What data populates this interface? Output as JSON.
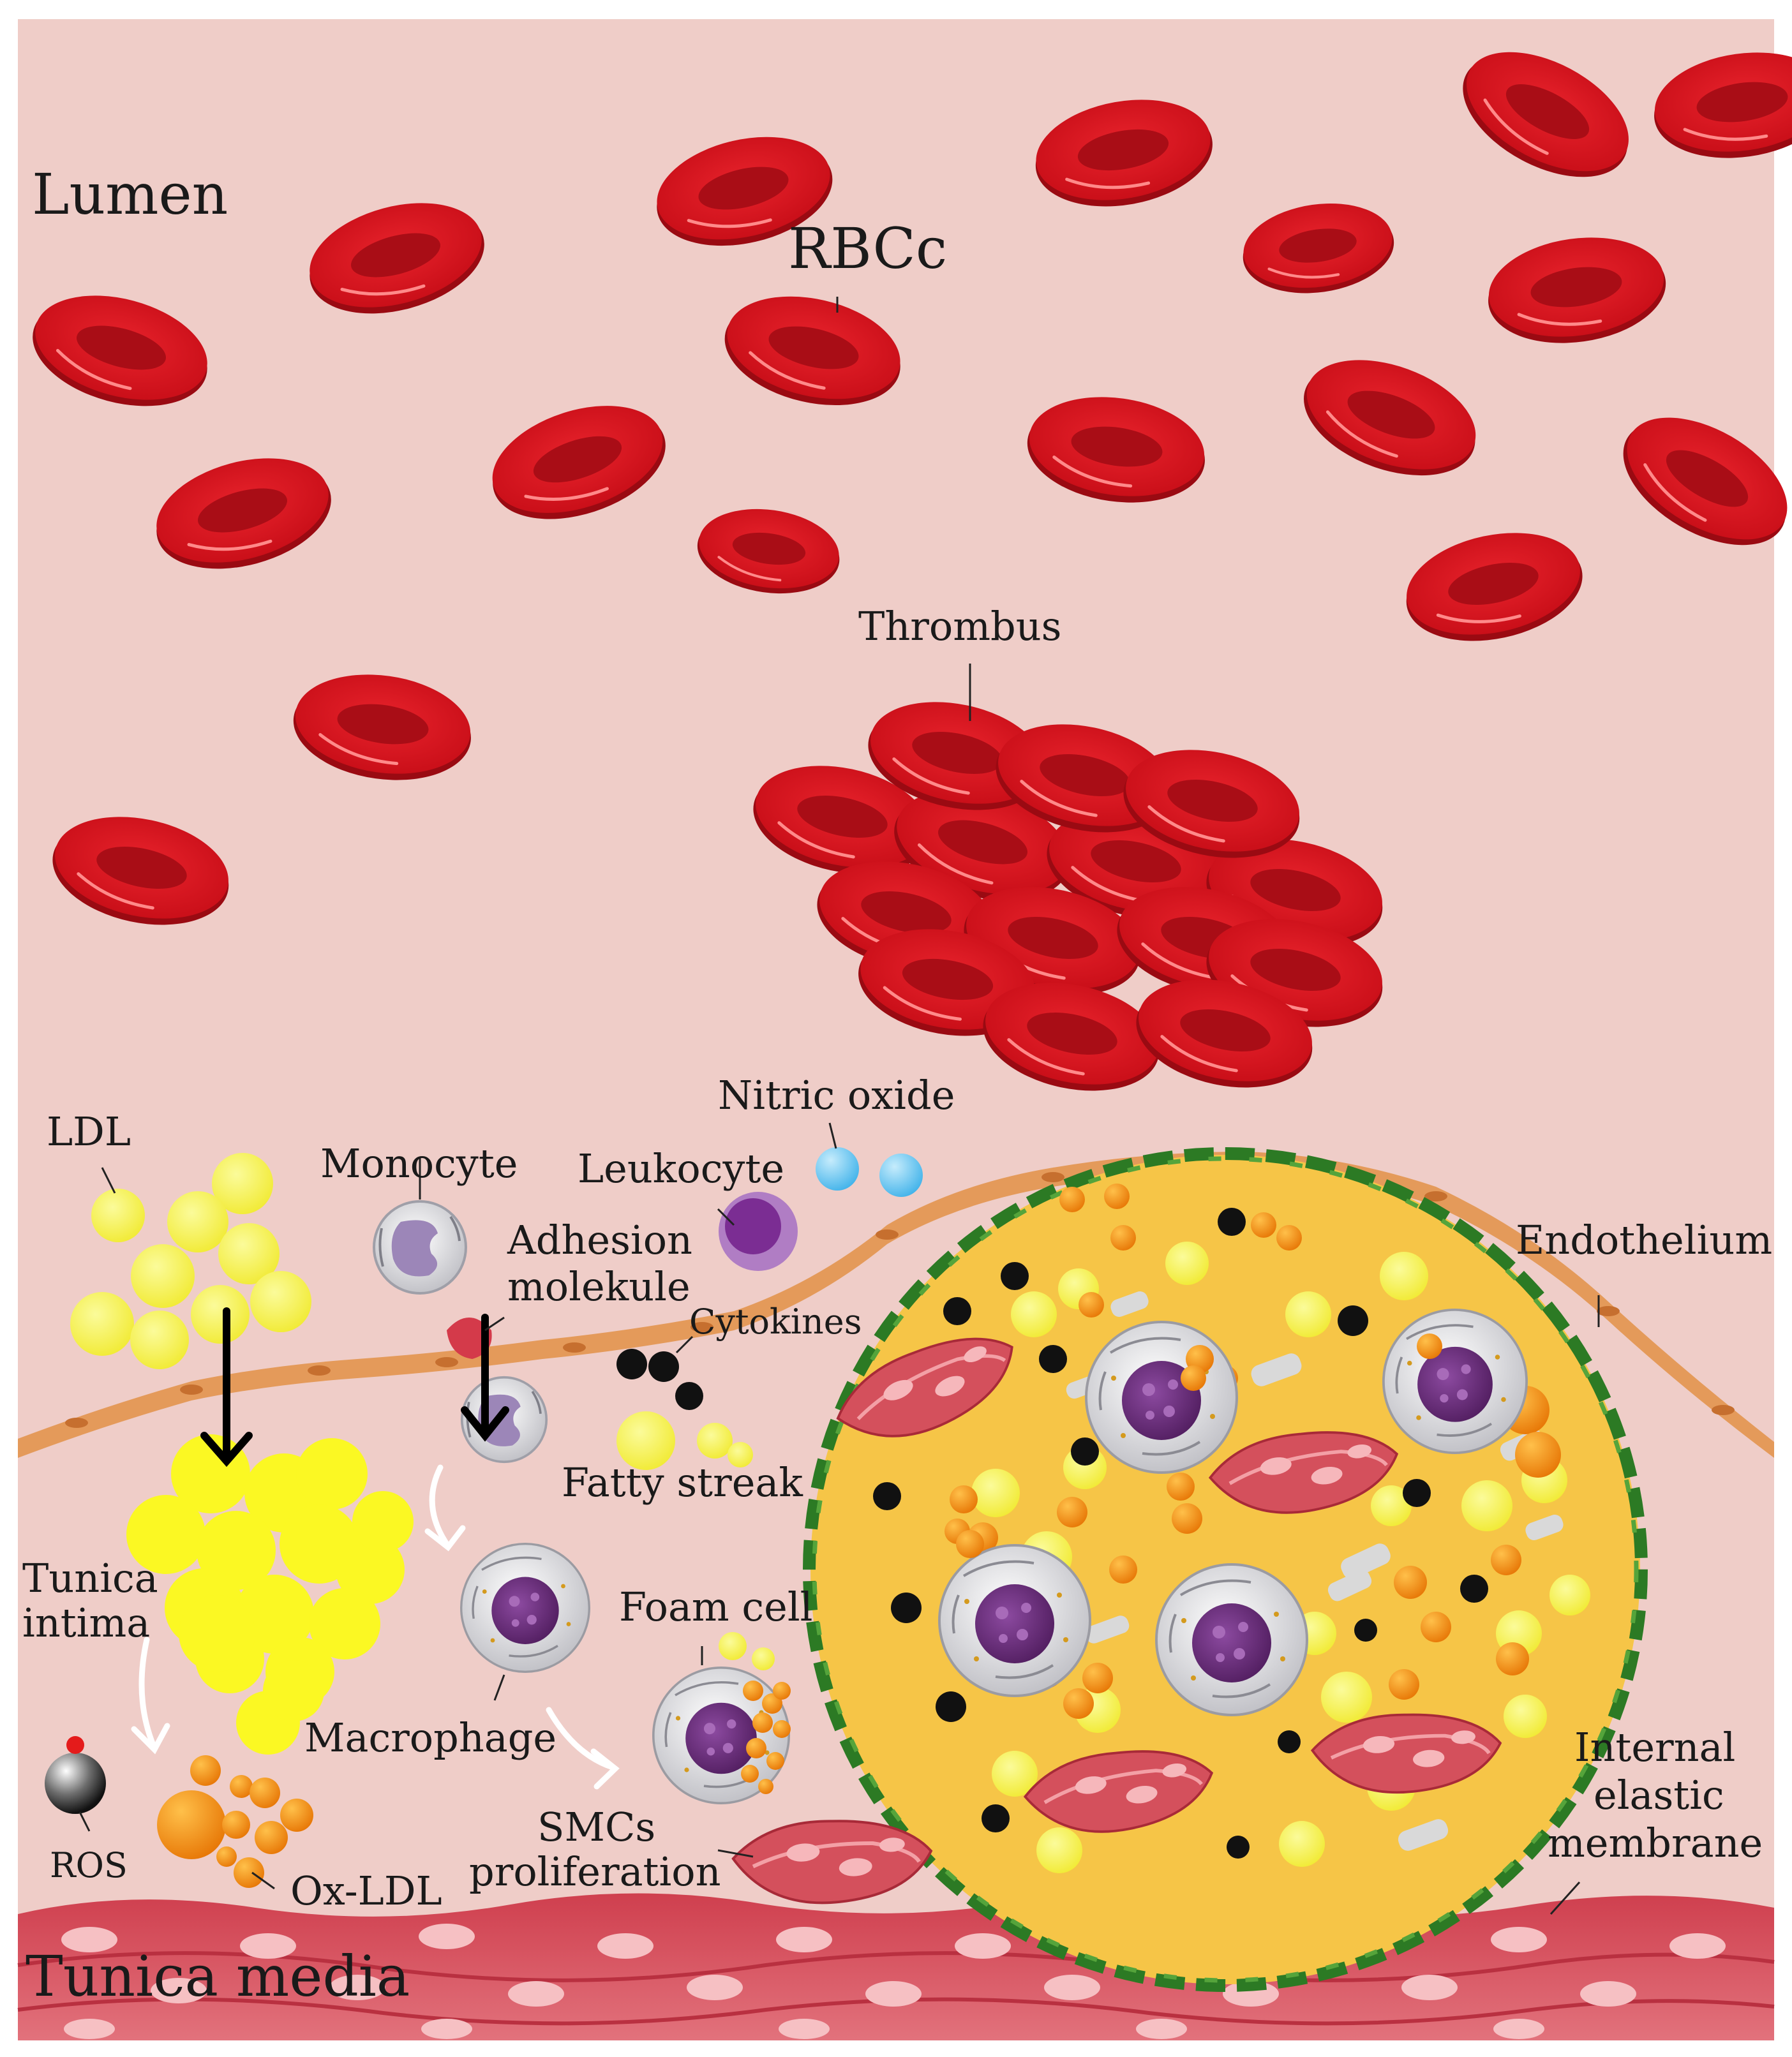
{
  "colors": {
    "background": "#efcdc8",
    "rbc": "#d5101b",
    "rbc_dark": "#9c0a12",
    "endothelium": "#e39a5c",
    "ldl_yellow": "#f7f53b",
    "oxldl_orange": "#f08a14",
    "plaque_core": "#f6c544",
    "plaque_border": "#2f7d25",
    "smc": "#cf4e5a",
    "media": "#d7505d",
    "monocyte": "#9a83b5",
    "leukocyte": "#8a3fa0",
    "nitric_oxide": "#58c0ee",
    "nucleus": "#6b2b78"
  },
  "labels": {
    "lumen": "Lumen",
    "rbcc": "RBCc",
    "thrombus": "Thrombus",
    "nitric_oxide": "Nitric oxide",
    "ldl": "LDL",
    "monocyte": "Monocyte",
    "leukocyte": "Leukocyte",
    "adhesion_1": "Adhesion",
    "adhesion_2": "molekule",
    "cytokines": "Cytokines",
    "endothelium": "Endothelium",
    "fatty_streak": "Fatty streak",
    "tunica_intima_1": "Tunica",
    "tunica_intima_2": "intima",
    "foam_cell": "Foam cell",
    "macrophage": "Macrophage",
    "ros": "ROS",
    "ox_ldl": "Ox-LDL",
    "smcs_1": "SMCs",
    "smcs_2": "proliferation",
    "iem_1": "Internal",
    "iem_2": "elastic",
    "iem_3": "membrane",
    "tunica_media": "Tunica media"
  }
}
